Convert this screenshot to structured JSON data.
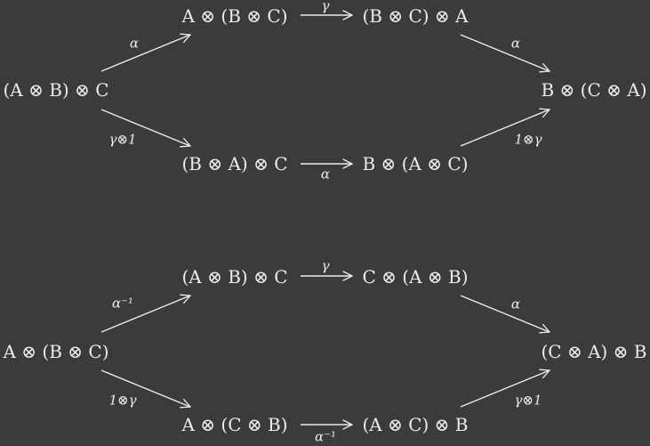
{
  "colors": {
    "background": "#3b3b3b",
    "foreground": "#ececec"
  },
  "diagram1": {
    "nodes": {
      "left": "(A ⊗ B) ⊗ C",
      "top_left": "A ⊗ (B ⊗ C)",
      "top_right": "(B ⊗ C) ⊗ A",
      "right": "B ⊗ (C ⊗ A)",
      "bottom_left": "(B ⊗ A) ⊗ C",
      "bottom_right": "B ⊗ (A ⊗ C)"
    },
    "arrow_labels": {
      "left_to_top_left": "α",
      "top_left_to_top_right": "γ",
      "top_right_to_right": "α",
      "left_to_bottom_left": "γ⊗1",
      "bottom_left_to_bottom_right": "α",
      "bottom_right_to_right": "1⊗γ"
    }
  },
  "diagram2": {
    "nodes": {
      "left": "A ⊗ (B ⊗ C)",
      "top_left": "(A ⊗ B) ⊗ C",
      "top_right": "C ⊗ (A ⊗ B)",
      "right": "(C ⊗ A) ⊗ B",
      "bottom_left": "A ⊗ (C ⊗ B)",
      "bottom_right": "(A ⊗ C) ⊗ B"
    },
    "arrow_labels": {
      "left_to_top_left": "α⁻¹",
      "top_left_to_top_right": "γ",
      "top_right_to_right": "α",
      "left_to_bottom_left": "1⊗γ",
      "bottom_left_to_bottom_right": "α⁻¹",
      "bottom_right_to_right": "γ⊗1"
    }
  }
}
